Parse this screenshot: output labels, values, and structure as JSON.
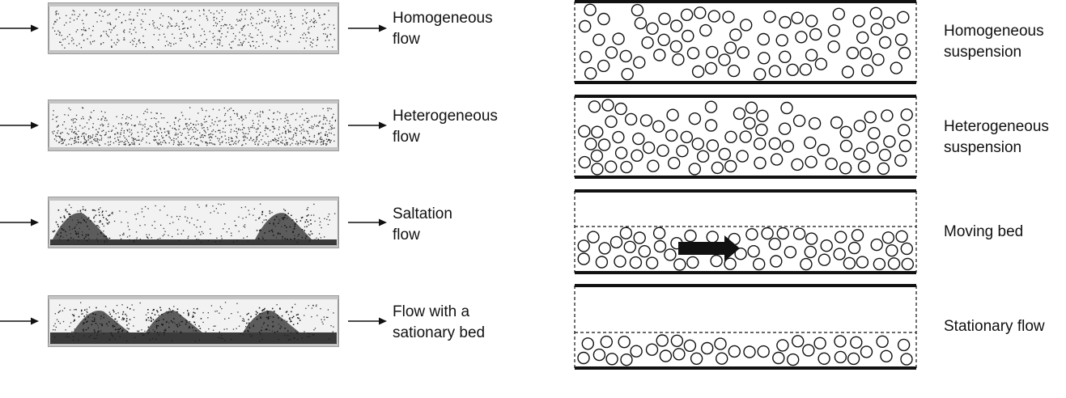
{
  "left_panel": {
    "regimes": [
      {
        "label": "Homogeneous\nflow",
        "pattern": "uniform-dots"
      },
      {
        "label": "Heterogeneous\nflow",
        "pattern": "graded-dots"
      },
      {
        "label": "Saltation\nflow",
        "pattern": "saltating-dunes"
      },
      {
        "label": "Flow with a\nsationary bed",
        "pattern": "stationary-bed-dunes"
      }
    ]
  },
  "right_panel": {
    "regimes": [
      {
        "label": "Homogeneous\nsuspension",
        "pattern": "circles-uniform"
      },
      {
        "label": "Heterogeneous\nsuspension",
        "pattern": "circles-graded"
      },
      {
        "label": "Moving bed",
        "pattern": "circles-moving-bed",
        "icon": "right-arrow-icon"
      },
      {
        "label": "Stationary flow",
        "pattern": "circles-stationary-bed"
      }
    ]
  },
  "colors": {
    "ink": "#111111",
    "pipe_fill": "#f2f2f2",
    "pipe_wall": "#9a9a9a"
  }
}
